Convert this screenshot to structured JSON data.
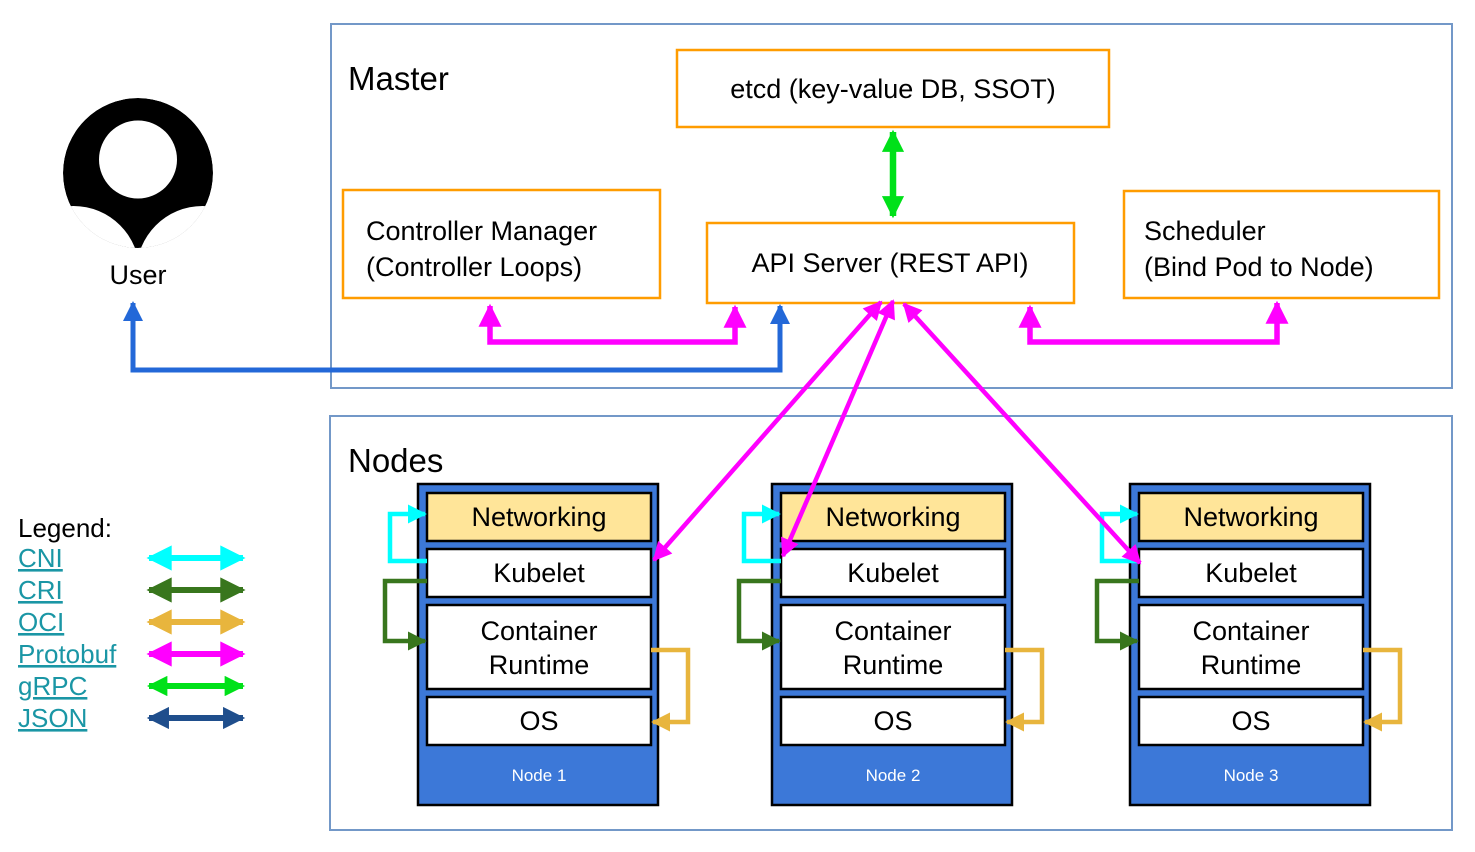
{
  "colors": {
    "magenta": "#FF00FF",
    "green": "#00E119",
    "cyan": "#00FFFF",
    "darkgreen": "#38761D",
    "gold": "#E8B53D",
    "navy": "#1F4E8C",
    "blue": "#2368D8",
    "nodeblue": "#3C78D8",
    "netyellow": "#FFE599",
    "orange": "#FF9C00",
    "frame": "#7398C8",
    "link": "#1A96A5"
  },
  "user": {
    "label": "User"
  },
  "master": {
    "title": "Master",
    "etcd": "etcd (key-value DB, SSOT)",
    "controller_manager": [
      "Controller Manager",
      "(Controller Loops)"
    ],
    "api_server": "API Server (REST API)",
    "scheduler": [
      "Scheduler",
      "(Bind Pod to Node)"
    ]
  },
  "nodes_section": {
    "title": "Nodes",
    "components": {
      "networking": "Networking",
      "kubelet": "Kubelet",
      "runtime1": "Container",
      "runtime2": "Runtime",
      "os": "OS"
    },
    "nodes": [
      {
        "label": "Node 1"
      },
      {
        "label": "Node 2"
      },
      {
        "label": "Node 3"
      }
    ]
  },
  "legend": {
    "title": "Legend:",
    "items": [
      {
        "label": "CNI"
      },
      {
        "label": "CRI"
      },
      {
        "label": "OCI"
      },
      {
        "label": "Protobuf"
      },
      {
        "label": "gRPC"
      },
      {
        "label": "JSON"
      }
    ]
  }
}
